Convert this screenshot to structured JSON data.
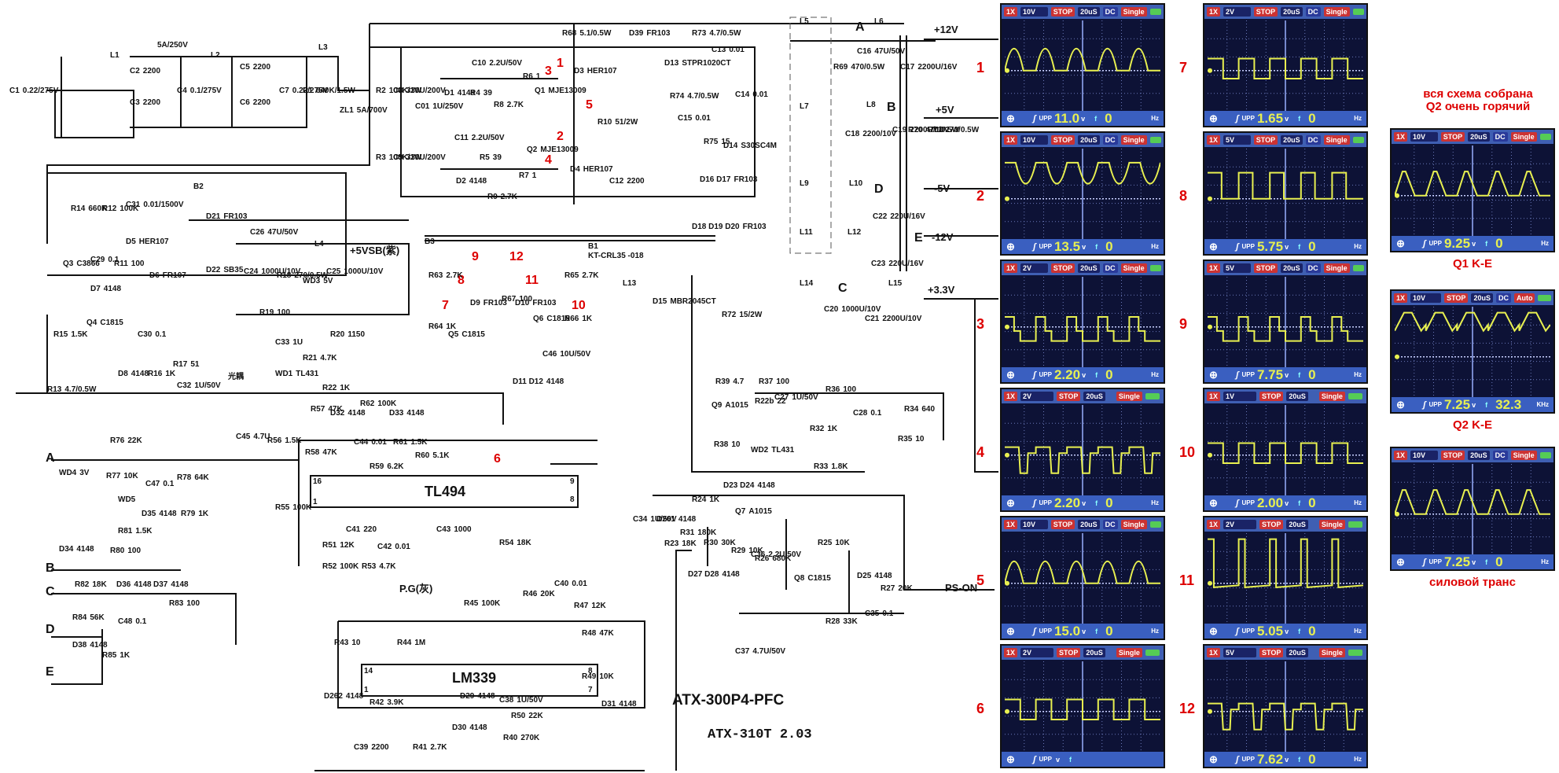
{
  "schematic": {
    "model": "ATX-300P4-PFC",
    "revision": "ATX-310T 2.03",
    "rails": {
      "p12": "+12V",
      "p5": "+5V",
      "m5": "-5V",
      "m12": "-12V",
      "p33": "+3.3V",
      "p5vsb": "+5VSB(紫)",
      "pson": "PS-ON",
      "pg": "P.G(灰)"
    },
    "nodes": {
      "A": "A",
      "B": "B",
      "C": "C",
      "D": "D",
      "E": "E"
    },
    "ics": {
      "tl494": "TL494",
      "lm339": "LM339"
    },
    "ic_pins": {
      "p16": "16",
      "p1": "1",
      "p9": "9",
      "p8": "8",
      "p14": "14",
      "p1b": "1",
      "p8b": "8",
      "p7": "7"
    },
    "fuse": "5A/250V",
    "transformers": {
      "b1": "B1",
      "b1_part": "KT-CRL35 -018",
      "b2": "B2",
      "b3": "B3"
    },
    "optocoupler": "光耦",
    "test_points": [
      "1",
      "2",
      "3",
      "4",
      "5",
      "6",
      "7",
      "8",
      "9",
      "10",
      "11",
      "12"
    ],
    "components": [
      {
        "ref": "C1",
        "value": "0.22/275V"
      },
      {
        "ref": "L1",
        "value": ""
      },
      {
        "ref": "C2",
        "value": "2200"
      },
      {
        "ref": "C3",
        "value": "2200"
      },
      {
        "ref": "C4",
        "value": "0.1/275V"
      },
      {
        "ref": "L2",
        "value": ""
      },
      {
        "ref": "C5",
        "value": "2200"
      },
      {
        "ref": "C6",
        "value": "2200"
      },
      {
        "ref": "C7",
        "value": "0.22/275V"
      },
      {
        "ref": "R1",
        "value": "640K/1.5W"
      },
      {
        "ref": "L3",
        "value": ""
      },
      {
        "ref": "ZL1",
        "value": "5A/700V"
      },
      {
        "ref": "R2",
        "value": "100K/1W"
      },
      {
        "ref": "C8",
        "value": "330U/200V"
      },
      {
        "ref": "R3",
        "value": "100K/1W"
      },
      {
        "ref": "C9",
        "value": "330U/200V"
      },
      {
        "ref": "C01",
        "value": "1U/250V"
      },
      {
        "ref": "C10",
        "value": "2.2U/50V"
      },
      {
        "ref": "D1",
        "value": "4148"
      },
      {
        "ref": "R4",
        "value": "39"
      },
      {
        "ref": "R6",
        "value": "1"
      },
      {
        "ref": "R8",
        "value": "2.7K"
      },
      {
        "ref": "Q1",
        "value": "MJE13009"
      },
      {
        "ref": "D3",
        "value": "HER107"
      },
      {
        "ref": "C11",
        "value": "2.2U/50V"
      },
      {
        "ref": "D2",
        "value": "4148"
      },
      {
        "ref": "R5",
        "value": "39"
      },
      {
        "ref": "R7",
        "value": "1"
      },
      {
        "ref": "R9",
        "value": "2.7K"
      },
      {
        "ref": "Q2",
        "value": "MJE13009"
      },
      {
        "ref": "D4",
        "value": "HER107"
      },
      {
        "ref": "R10",
        "value": "51/2W"
      },
      {
        "ref": "C12",
        "value": "2200"
      },
      {
        "ref": "R68",
        "value": "5.1/0.5W"
      },
      {
        "ref": "D39",
        "value": "FR103"
      },
      {
        "ref": "R73",
        "value": "4.7/0.5W"
      },
      {
        "ref": "C13",
        "value": "0.01"
      },
      {
        "ref": "D13",
        "value": "STPR1020CT"
      },
      {
        "ref": "R74",
        "value": "4.7/0.5W"
      },
      {
        "ref": "C14",
        "value": "0.01"
      },
      {
        "ref": "C15",
        "value": "0.01"
      },
      {
        "ref": "R75",
        "value": "15"
      },
      {
        "ref": "D14",
        "value": "S30SC4M"
      },
      {
        "ref": "D16 D17",
        "value": "FR103"
      },
      {
        "ref": "D18 D19 D20",
        "value": "FR103"
      },
      {
        "ref": "L5",
        "value": ""
      },
      {
        "ref": "R69",
        "value": "470/0.5W"
      },
      {
        "ref": "C16",
        "value": "47U/50V"
      },
      {
        "ref": "L6",
        "value": ""
      },
      {
        "ref": "C17",
        "value": "2200U/16V"
      },
      {
        "ref": "L7",
        "value": ""
      },
      {
        "ref": "L8",
        "value": ""
      },
      {
        "ref": "C18",
        "value": "2200/10V"
      },
      {
        "ref": "C19",
        "value": "2200U/10V"
      },
      {
        "ref": "R70",
        "value": "470/0.5W"
      },
      {
        "ref": "R71",
        "value": "270/0.5W"
      },
      {
        "ref": "L9",
        "value": ""
      },
      {
        "ref": "L10",
        "value": ""
      },
      {
        "ref": "C22",
        "value": "220U/16V"
      },
      {
        "ref": "L11",
        "value": ""
      },
      {
        "ref": "L12",
        "value": ""
      },
      {
        "ref": "C23",
        "value": "220U/16V"
      },
      {
        "ref": "L13",
        "value": ""
      },
      {
        "ref": "D15",
        "value": "MBR2045CT"
      },
      {
        "ref": "R72",
        "value": "15/2W"
      },
      {
        "ref": "L14",
        "value": ""
      },
      {
        "ref": "C20",
        "value": "1000U/10V"
      },
      {
        "ref": "L15",
        "value": ""
      },
      {
        "ref": "C21",
        "value": "2200U/10V"
      },
      {
        "ref": "R39",
        "value": "4.7"
      },
      {
        "ref": "R37",
        "value": "100"
      },
      {
        "ref": "Q9",
        "value": "A1015"
      },
      {
        "ref": "R22b",
        "value": "22"
      },
      {
        "ref": "C27",
        "value": "1U/50V"
      },
      {
        "ref": "R36",
        "value": "100"
      },
      {
        "ref": "C28",
        "value": "0.1"
      },
      {
        "ref": "R32",
        "value": "1K"
      },
      {
        "ref": "R34",
        "value": "640"
      },
      {
        "ref": "R35",
        "value": "10"
      },
      {
        "ref": "R38",
        "value": "10"
      },
      {
        "ref": "WD2",
        "value": "TL431"
      },
      {
        "ref": "R33",
        "value": "1.8K"
      },
      {
        "ref": "D23 D24",
        "value": "4148"
      },
      {
        "ref": "R14",
        "value": "660K"
      },
      {
        "ref": "R12",
        "value": "100K"
      },
      {
        "ref": "C31",
        "value": "0.01/1500V"
      },
      {
        "ref": "D5",
        "value": "HER107"
      },
      {
        "ref": "Q3",
        "value": "C3866"
      },
      {
        "ref": "C29",
        "value": "0.1"
      },
      {
        "ref": "R11",
        "value": "100"
      },
      {
        "ref": "D6",
        "value": "FR107"
      },
      {
        "ref": "D7",
        "value": "4148"
      },
      {
        "ref": "C30",
        "value": "0.1"
      },
      {
        "ref": "Q4",
        "value": "C1815"
      },
      {
        "ref": "R15",
        "value": "1.5K"
      },
      {
        "ref": "R13",
        "value": "4.7/0.5W"
      },
      {
        "ref": "D8",
        "value": "4148"
      },
      {
        "ref": "R16",
        "value": "1K"
      },
      {
        "ref": "C32",
        "value": "1U/50V"
      },
      {
        "ref": "R17",
        "value": "51"
      },
      {
        "ref": "D21",
        "value": "FR103"
      },
      {
        "ref": "D22",
        "value": "SB35"
      },
      {
        "ref": "C26",
        "value": "47U/50V"
      },
      {
        "ref": "C24",
        "value": "1000U/10V"
      },
      {
        "ref": "R18",
        "value": "270/0.5W"
      },
      {
        "ref": "L4",
        "value": ""
      },
      {
        "ref": "WD3",
        "value": "5V"
      },
      {
        "ref": "C25",
        "value": "1000U/10V"
      },
      {
        "ref": "R19",
        "value": "100"
      },
      {
        "ref": "R20",
        "value": "1150"
      },
      {
        "ref": "C33",
        "value": "1U"
      },
      {
        "ref": "R21",
        "value": "4.7K"
      },
      {
        "ref": "WD1",
        "value": "TL431"
      },
      {
        "ref": "R22",
        "value": "1K"
      },
      {
        "ref": "R63",
        "value": "2.7K"
      },
      {
        "ref": "R64",
        "value": "1K"
      },
      {
        "ref": "Q5",
        "value": "C1815"
      },
      {
        "ref": "D9",
        "value": "FR103"
      },
      {
        "ref": "R67",
        "value": "100"
      },
      {
        "ref": "D10",
        "value": "FR103"
      },
      {
        "ref": "Q6",
        "value": "C1815"
      },
      {
        "ref": "R65",
        "value": "2.7K"
      },
      {
        "ref": "R66",
        "value": "1K"
      },
      {
        "ref": "C46",
        "value": "10U/50V"
      },
      {
        "ref": "D11 D12",
        "value": "4148"
      },
      {
        "ref": "R57",
        "value": "47K"
      },
      {
        "ref": "R62",
        "value": "100K"
      },
      {
        "ref": "D32",
        "value": "4148"
      },
      {
        "ref": "D33",
        "value": "4148"
      },
      {
        "ref": "C45",
        "value": "4.7U"
      },
      {
        "ref": "R56",
        "value": "1.5K"
      },
      {
        "ref": "R58",
        "value": "47K"
      },
      {
        "ref": "C44",
        "value": "0.01"
      },
      {
        "ref": "R61",
        "value": "1.5K"
      },
      {
        "ref": "R60",
        "value": "5.1K"
      },
      {
        "ref": "R59",
        "value": "6.2K"
      },
      {
        "ref": "R55",
        "value": "100K"
      },
      {
        "ref": "C41",
        "value": "220"
      },
      {
        "ref": "C42",
        "value": "0.01"
      },
      {
        "ref": "C43",
        "value": "1000"
      },
      {
        "ref": "R51",
        "value": "12K"
      },
      {
        "ref": "R52",
        "value": "100K"
      },
      {
        "ref": "R53",
        "value": "4.7K"
      },
      {
        "ref": "R54",
        "value": "18K"
      },
      {
        "ref": "R76",
        "value": "22K"
      },
      {
        "ref": "R77",
        "value": "10K"
      },
      {
        "ref": "C47",
        "value": "0.1"
      },
      {
        "ref": "R78",
        "value": "64K"
      },
      {
        "ref": "WD4",
        "value": "3V"
      },
      {
        "ref": "WD5",
        "value": ""
      },
      {
        "ref": "D35",
        "value": "4148"
      },
      {
        "ref": "R79",
        "value": "1K"
      },
      {
        "ref": "R81",
        "value": "1.5K"
      },
      {
        "ref": "D34",
        "value": "4148"
      },
      {
        "ref": "R80",
        "value": "100"
      },
      {
        "ref": "R82",
        "value": "18K"
      },
      {
        "ref": "D36",
        "value": "4148"
      },
      {
        "ref": "D37",
        "value": "4148"
      },
      {
        "ref": "R83",
        "value": "100"
      },
      {
        "ref": "R84",
        "value": "56K"
      },
      {
        "ref": "C48",
        "value": "0.1"
      },
      {
        "ref": "D38",
        "value": "4148"
      },
      {
        "ref": "R85",
        "value": "1K"
      },
      {
        "ref": "R43",
        "value": "10"
      },
      {
        "ref": "R44",
        "value": "1M"
      },
      {
        "ref": "R45",
        "value": "100K"
      },
      {
        "ref": "R46",
        "value": "20K"
      },
      {
        "ref": "C40",
        "value": "0.01"
      },
      {
        "ref": "R47",
        "value": "12K"
      },
      {
        "ref": "R48",
        "value": "47K"
      },
      {
        "ref": "R49",
        "value": "10K"
      },
      {
        "ref": "D262",
        "value": "4148"
      },
      {
        "ref": "R42",
        "value": "3.9K"
      },
      {
        "ref": "D29",
        "value": "4148"
      },
      {
        "ref": "D30",
        "value": "4148"
      },
      {
        "ref": "C38",
        "value": "1U/50V"
      },
      {
        "ref": "R50",
        "value": "22K"
      },
      {
        "ref": "D31",
        "value": "4148"
      },
      {
        "ref": "R40",
        "value": "270K"
      },
      {
        "ref": "C39",
        "value": "2200"
      },
      {
        "ref": "R41",
        "value": "2.7K"
      },
      {
        "ref": "C34",
        "value": "1U/50V"
      },
      {
        "ref": "D261",
        "value": "4148"
      },
      {
        "ref": "R24",
        "value": "1K"
      },
      {
        "ref": "Q7",
        "value": "A1015"
      },
      {
        "ref": "R23",
        "value": "18K"
      },
      {
        "ref": "R31",
        "value": "180K"
      },
      {
        "ref": "R30",
        "value": "30K"
      },
      {
        "ref": "R29",
        "value": "10K"
      },
      {
        "ref": "C36",
        "value": "2.2U/50V"
      },
      {
        "ref": "R26",
        "value": "680K"
      },
      {
        "ref": "R25",
        "value": "10K"
      },
      {
        "ref": "D27 D28",
        "value": "4148"
      },
      {
        "ref": "Q8",
        "value": "C1815"
      },
      {
        "ref": "D25",
        "value": "4148"
      },
      {
        "ref": "R27",
        "value": "20K"
      },
      {
        "ref": "C35",
        "value": "0.1"
      },
      {
        "ref": "R28",
        "value": "33K"
      },
      {
        "ref": "C37",
        "value": "4.7U/50V"
      }
    ]
  },
  "scopes": [
    {
      "id": "1",
      "probe": "1X",
      "vdiv": "10V",
      "state": "STOP",
      "tdiv": "20uS",
      "coupling": "DC",
      "mode": "Single",
      "vpp": "11.0",
      "freq": "0",
      "freq_unit": "Hz",
      "wave": "halfsine"
    },
    {
      "id": "2",
      "probe": "1X",
      "vdiv": "10V",
      "state": "STOP",
      "tdiv": "20uS",
      "coupling": "DC",
      "mode": "Single",
      "vpp": "13.5",
      "freq": "0",
      "freq_unit": "Hz",
      "wave": "invsine"
    },
    {
      "id": "3",
      "probe": "1X",
      "vdiv": "2V",
      "state": "STOP",
      "tdiv": "20uS",
      "coupling": "DC",
      "mode": "Single",
      "vpp": "2.20",
      "freq": "0",
      "freq_unit": "Hz",
      "wave": "step"
    },
    {
      "id": "4",
      "probe": "1X",
      "vdiv": "2V",
      "state": "STOP",
      "tdiv": "20uS",
      "coupling": "",
      "mode": "Single",
      "vpp": "2.20",
      "freq": "0",
      "freq_unit": "Hz",
      "wave": "stepdown"
    },
    {
      "id": "5",
      "probe": "1X",
      "vdiv": "10V",
      "state": "STOP",
      "tdiv": "20uS",
      "coupling": "DC",
      "mode": "Single",
      "vpp": "15.0",
      "freq": "0",
      "freq_unit": "Hz",
      "wave": "halfsine"
    },
    {
      "id": "6",
      "probe": "1X",
      "vdiv": "2V",
      "state": "STOP",
      "tdiv": "20uS",
      "coupling": "",
      "mode": "Single",
      "vpp": "",
      "freq": "",
      "freq_unit": "",
      "wave": "square"
    },
    {
      "id": "7",
      "probe": "1X",
      "vdiv": "2V",
      "state": "STOP",
      "tdiv": "20uS",
      "coupling": "DC",
      "mode": "Single",
      "vpp": "1.65",
      "freq": "0",
      "freq_unit": "Hz",
      "wave": "square"
    },
    {
      "id": "8",
      "probe": "1X",
      "vdiv": "5V",
      "state": "STOP",
      "tdiv": "20uS",
      "coupling": "DC",
      "mode": "Single",
      "vpp": "5.75",
      "freq": "0",
      "freq_unit": "Hz",
      "wave": "pulse"
    },
    {
      "id": "9",
      "probe": "1X",
      "vdiv": "5V",
      "state": "STOP",
      "tdiv": "20uS",
      "coupling": "DC",
      "mode": "Single",
      "vpp": "7.75",
      "freq": "0",
      "freq_unit": "Hz",
      "wave": "step"
    },
    {
      "id": "10",
      "probe": "1X",
      "vdiv": "1V",
      "state": "STOP",
      "tdiv": "20uS",
      "coupling": "",
      "mode": "Single",
      "vpp": "2.00",
      "freq": "0",
      "freq_unit": "Hz",
      "wave": "square"
    },
    {
      "id": "11",
      "probe": "1X",
      "vdiv": "2V",
      "state": "STOP",
      "tdiv": "20uS",
      "coupling": "",
      "mode": "Single",
      "vpp": "5.05",
      "freq": "0",
      "freq_unit": "Hz",
      "wave": "narrow"
    },
    {
      "id": "12",
      "probe": "1X",
      "vdiv": "5V",
      "state": "STOP",
      "tdiv": "20uS",
      "coupling": "",
      "mode": "Single",
      "vpp": "7.62",
      "freq": "0",
      "freq_unit": "Hz",
      "wave": "stepdown"
    }
  ],
  "extra_scopes": [
    {
      "caption": "Q1 K-E",
      "probe": "1X",
      "vdiv": "10V",
      "state": "STOP",
      "tdiv": "20uS",
      "coupling": "DC",
      "mode": "Single",
      "vpp": "9.25",
      "freq": "0",
      "freq_unit": "Hz",
      "wave": "trap"
    },
    {
      "caption": "Q2 K-E",
      "probe": "1X",
      "vdiv": "10V",
      "state": "STOP",
      "tdiv": "20uS",
      "coupling": "DC",
      "mode": "Auto",
      "vpp": "7.25",
      "freq": "32.3",
      "freq_unit": "KHz",
      "wave": "trapraised"
    },
    {
      "caption": "силовой транс",
      "probe": "1X",
      "vdiv": "10V",
      "state": "STOP",
      "tdiv": "20uS",
      "coupling": "DC",
      "mode": "Single",
      "vpp": "7.25",
      "freq": "0",
      "freq_unit": "Hz",
      "wave": "trap"
    }
  ],
  "note": {
    "line1": "вся схема собрана",
    "line2": "Q2 очень горячий"
  },
  "labels": {
    "upp": "UPP",
    "volt_unit": "v",
    "f": "f"
  },
  "colors": {
    "trace": "#e8f050",
    "annotation": "#dd0000",
    "screen": "#0d1236",
    "header": "#3f5fb3"
  }
}
